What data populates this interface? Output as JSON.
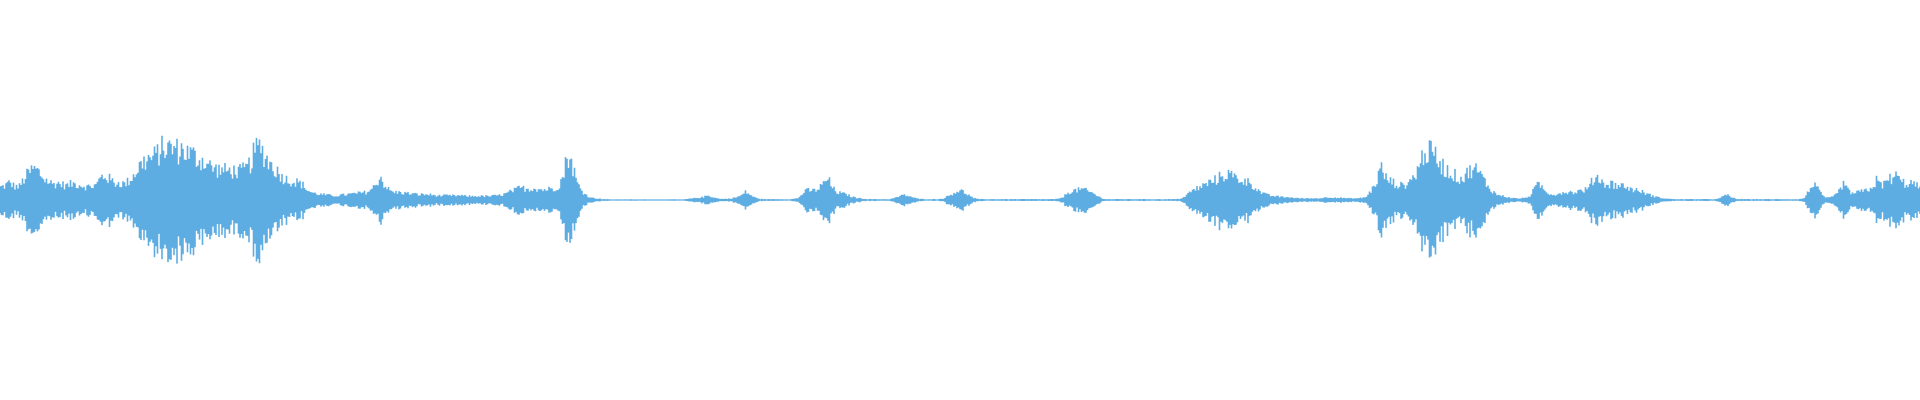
{
  "waveform": {
    "color": "#5dade2",
    "envelope": [
      0.23,
      0.26,
      0.32,
      0.25,
      0.24,
      0.38,
      0.5,
      0.57,
      0.52,
      0.4,
      0.34,
      0.29,
      0.31,
      0.28,
      0.26,
      0.3,
      0.29,
      0.27,
      0.24,
      0.25,
      0.27,
      0.42,
      0.44,
      0.36,
      0.31,
      0.31,
      0.29,
      0.37,
      0.48,
      0.62,
      0.7,
      0.75,
      0.78,
      0.86,
      0.96,
      0.94,
      0.95,
      0.9,
      0.93,
      0.85,
      0.83,
      0.75,
      0.73,
      0.67,
      0.59,
      0.56,
      0.55,
      0.53,
      0.54,
      0.52,
      0.52,
      0.56,
      0.66,
      0.9,
      0.96,
      0.82,
      0.68,
      0.58,
      0.48,
      0.4,
      0.36,
      0.33,
      0.32,
      0.27,
      0.17,
      0.13,
      0.11,
      0.1,
      0.09,
      0.08,
      0.08,
      0.09,
      0.1,
      0.11,
      0.12,
      0.13,
      0.14,
      0.18,
      0.26,
      0.44,
      0.26,
      0.17,
      0.14,
      0.14,
      0.13,
      0.12,
      0.11,
      0.1,
      0.1,
      0.1,
      0.09,
      0.08,
      0.08,
      0.08,
      0.08,
      0.08,
      0.08,
      0.07,
      0.07,
      0.07,
      0.07,
      0.07,
      0.07,
      0.08,
      0.09,
      0.11,
      0.15,
      0.18,
      0.22,
      0.21,
      0.2,
      0.22,
      0.2,
      0.19,
      0.2,
      0.21,
      0.25,
      0.42,
      0.85,
      0.62,
      0.3,
      0.16,
      0.08,
      0.04,
      0.03,
      0.02,
      0.015,
      0.01,
      0.01,
      0.01,
      0.01,
      0.01,
      0.01,
      0.01,
      0.01,
      0.01,
      0.01,
      0.01,
      0.01,
      0.01,
      0.01,
      0.01,
      0.01,
      0.02,
      0.03,
      0.04,
      0.05,
      0.08,
      0.06,
      0.03,
      0.02,
      0.02,
      0.03,
      0.05,
      0.08,
      0.15,
      0.09,
      0.04,
      0.02,
      0.015,
      0.015,
      0.015,
      0.015,
      0.015,
      0.015,
      0.02,
      0.04,
      0.14,
      0.18,
      0.17,
      0.2,
      0.28,
      0.4,
      0.22,
      0.14,
      0.12,
      0.1,
      0.06,
      0.04,
      0.03,
      0.02,
      0.015,
      0.015,
      0.015,
      0.015,
      0.015,
      0.04,
      0.07,
      0.09,
      0.07,
      0.04,
      0.02,
      0.015,
      0.015,
      0.015,
      0.015,
      0.03,
      0.07,
      0.12,
      0.17,
      0.16,
      0.11,
      0.05,
      0.02,
      0.015,
      0.015,
      0.015,
      0.015,
      0.015,
      0.015,
      0.015,
      0.015,
      0.015,
      0.015,
      0.015,
      0.015,
      0.015,
      0.015,
      0.015,
      0.015,
      0.02,
      0.06,
      0.14,
      0.17,
      0.18,
      0.2,
      0.16,
      0.13,
      0.08,
      0.03,
      0.015,
      0.015,
      0.015,
      0.015,
      0.015,
      0.015,
      0.015,
      0.015,
      0.015,
      0.015,
      0.015,
      0.015,
      0.015,
      0.015,
      0.015,
      0.02,
      0.05,
      0.12,
      0.18,
      0.22,
      0.26,
      0.3,
      0.35,
      0.38,
      0.45,
      0.48,
      0.44,
      0.4,
      0.37,
      0.34,
      0.3,
      0.22,
      0.14,
      0.1,
      0.08,
      0.07,
      0.06,
      0.05,
      0.05,
      0.04,
      0.03,
      0.03,
      0.03,
      0.03,
      0.03,
      0.04,
      0.05,
      0.05,
      0.04,
      0.04,
      0.03,
      0.03,
      0.03,
      0.04,
      0.06,
      0.18,
      0.32,
      0.6,
      0.4,
      0.34,
      0.3,
      0.26,
      0.28,
      0.34,
      0.45,
      0.62,
      0.9,
      0.86,
      0.84,
      0.72,
      0.6,
      0.52,
      0.46,
      0.42,
      0.38,
      0.5,
      0.58,
      0.54,
      0.42,
      0.28,
      0.18,
      0.1,
      0.08,
      0.06,
      0.04,
      0.03,
      0.03,
      0.04,
      0.08,
      0.22,
      0.3,
      0.16,
      0.12,
      0.1,
      0.12,
      0.14,
      0.15,
      0.14,
      0.16,
      0.18,
      0.2,
      0.36,
      0.44,
      0.32,
      0.28,
      0.3,
      0.27,
      0.26,
      0.24,
      0.2,
      0.18,
      0.16,
      0.12,
      0.09,
      0.06,
      0.04,
      0.03,
      0.02,
      0.015,
      0.015,
      0.015,
      0.015,
      0.015,
      0.015,
      0.015,
      0.015,
      0.015,
      0.02,
      0.06,
      0.1,
      0.04,
      0.02,
      0.015,
      0.015,
      0.015,
      0.015,
      0.015,
      0.015,
      0.015,
      0.015,
      0.015,
      0.015,
      0.015,
      0.015,
      0.015,
      0.04,
      0.18,
      0.34,
      0.16,
      0.06,
      0.04,
      0.06,
      0.14,
      0.3,
      0.18,
      0.12,
      0.14,
      0.16,
      0.18,
      0.22,
      0.36,
      0.26,
      0.34,
      0.4,
      0.44,
      0.34,
      0.3,
      0.32,
      0.27,
      0.24
    ]
  }
}
